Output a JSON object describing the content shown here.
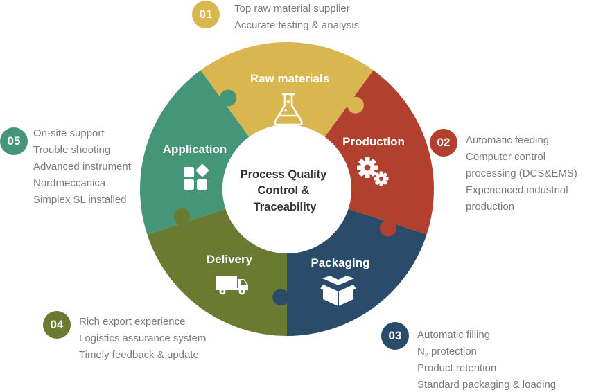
{
  "center": {
    "lines": [
      "Process Quality",
      "Control &",
      "Traceability"
    ]
  },
  "segments": [
    {
      "label": "Raw materials",
      "icon": "flask-icon",
      "color": "#d9b64f"
    },
    {
      "label": "Production",
      "icon": "gears-icon",
      "color": "#b2402f"
    },
    {
      "label": "Packaging",
      "icon": "open-box-icon",
      "color": "#2b4b6b"
    },
    {
      "label": "Delivery",
      "icon": "truck-icon",
      "color": "#6b7a31"
    },
    {
      "label": "Application",
      "icon": "apps-grid-icon",
      "color": "#459679"
    }
  ],
  "steps": [
    {
      "number": "01",
      "color": "#d9b64f",
      "lines": [
        "Top raw material supplier",
        "Accurate testing & analysis"
      ]
    },
    {
      "number": "02",
      "color": "#b2402f",
      "lines": [
        "Automatic feeding",
        "Computer control",
        "processing (DCS&EMS)",
        "Experienced industrial",
        "production"
      ]
    },
    {
      "number": "03",
      "color": "#2b4b6b",
      "lines": [
        "Automatic filling",
        "N",
        "2",
        " protection",
        "Product retention",
        "Standard packaging & loading"
      ]
    },
    {
      "number": "04",
      "color": "#6b7a31",
      "lines": [
        "Rich export experience",
        "Logistics assurance system",
        "Timely feedback & update"
      ]
    },
    {
      "number": "05",
      "color": "#459679",
      "lines": [
        "On-site support",
        "Trouble shooting",
        "Advanced instrument",
        "Nordmeccanica",
        "Simplex SL installed"
      ]
    }
  ]
}
